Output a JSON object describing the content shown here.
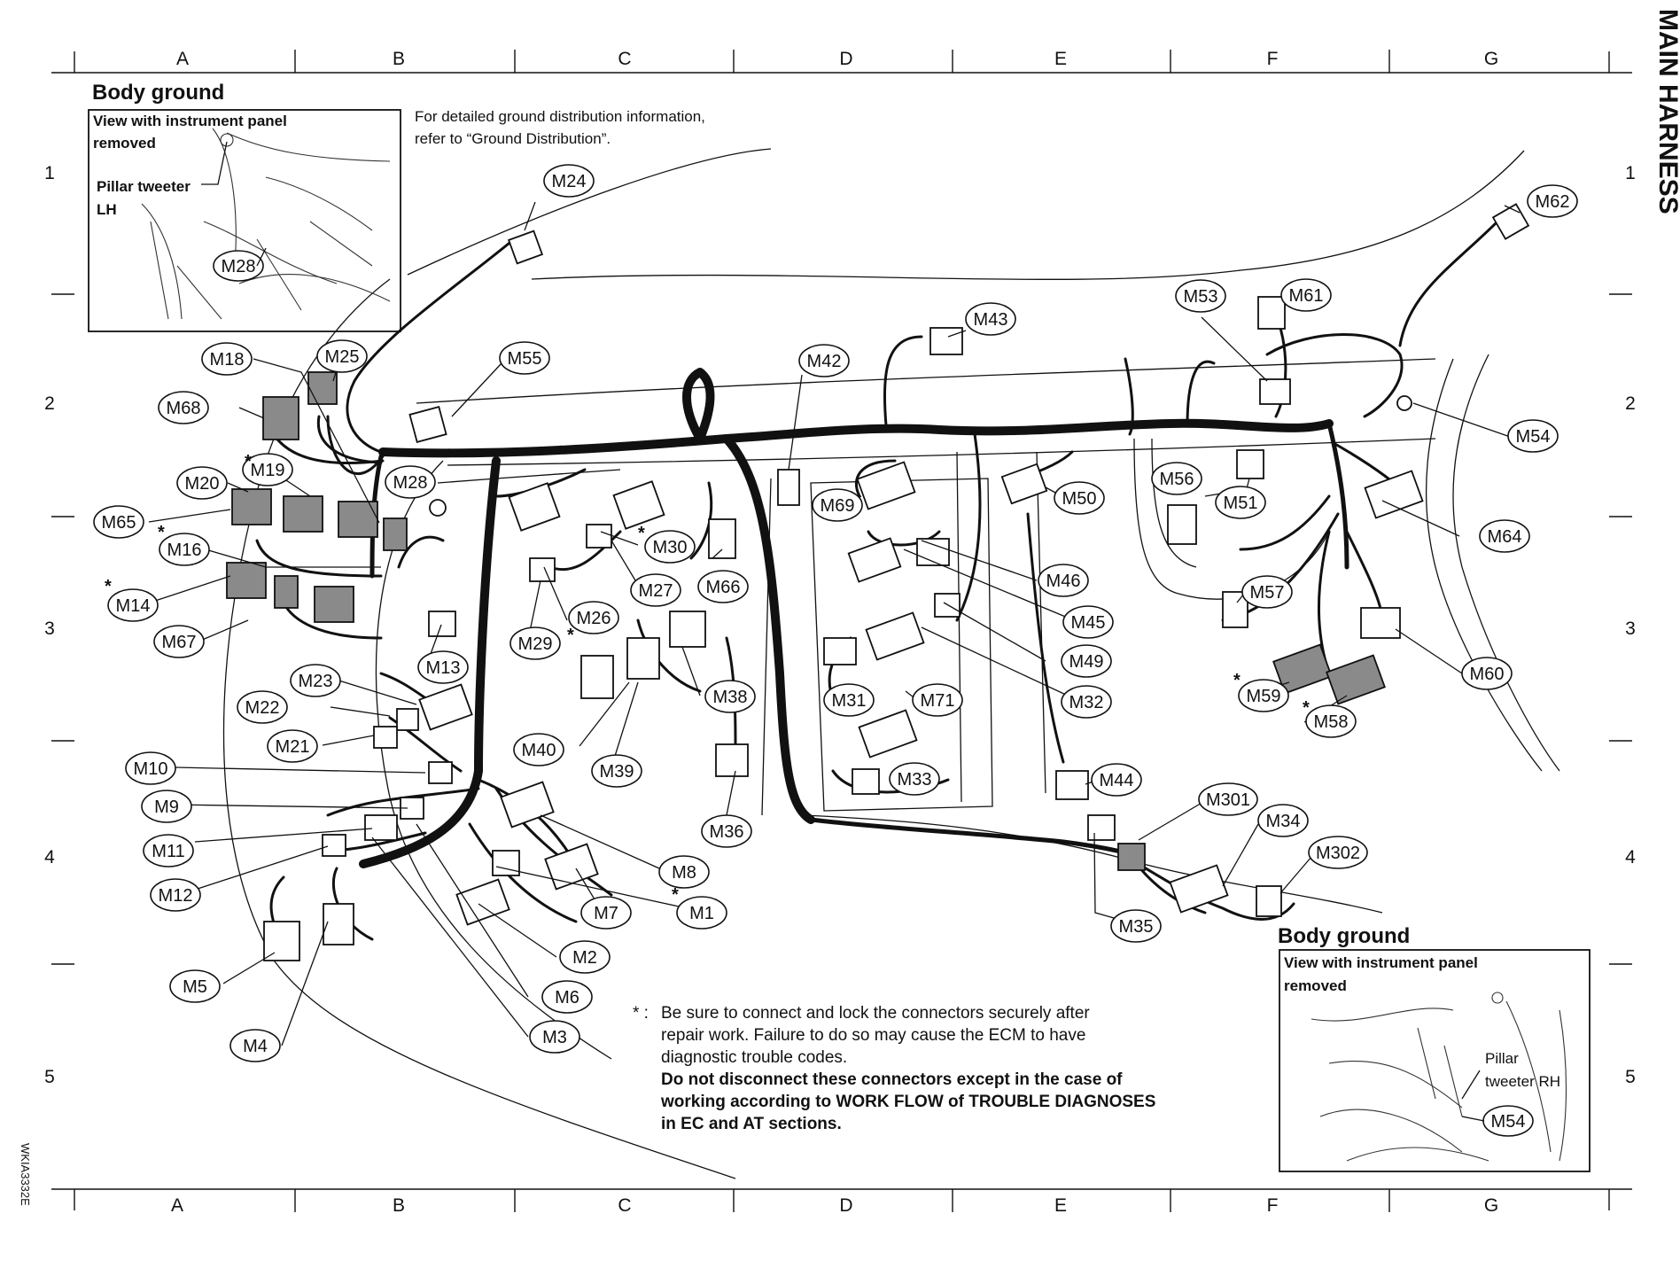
{
  "side_title": "MAIN HARNESS",
  "figure_code": "WKIA3332E",
  "columns": [
    "A",
    "B",
    "C",
    "D",
    "E",
    "F",
    "G"
  ],
  "rows": [
    "1",
    "2",
    "3",
    "4",
    "5"
  ],
  "body_ground_top": {
    "heading": "Body ground",
    "inset_line1": "View with instrument panel",
    "inset_line2": "removed",
    "pillar_line1": "Pillar tweeter",
    "pillar_line2": "LH",
    "connector": "M28"
  },
  "ground_note": {
    "line1": "For detailed ground distribution information,",
    "line2": "refer to “Ground Distribution”."
  },
  "body_ground_bottom": {
    "heading": "Body ground",
    "inset_line1": "View with instrument panel",
    "inset_line2": "removed",
    "pillar_line1": "Pillar",
    "pillar_line2": "tweeter RH",
    "connector": "M54"
  },
  "star_symbol": "*",
  "footnote": {
    "marker": "* :",
    "line1": "Be sure to connect and lock the connectors securely after",
    "line2": "repair work. Failure to do so may cause the ECM to have",
    "line3": "diagnostic trouble codes.",
    "bold1": "Do not disconnect these connectors except in the case of",
    "bold2": "working according to WORK FLOW of TROUBLE DIAGNOSES",
    "bold3": "in EC and AT sections."
  },
  "connectors": [
    "M24",
    "M18",
    "M25",
    "M68",
    "M55",
    "M28",
    "M20",
    "M19",
    "M65",
    "M16",
    "M14",
    "M67",
    "M13",
    "M23",
    "M22",
    "M21",
    "M10",
    "M9",
    "M11",
    "M12",
    "M5",
    "M4",
    "M29",
    "M26",
    "M30",
    "M27",
    "M66",
    "M38",
    "M40",
    "M39",
    "M36",
    "M8",
    "M7",
    "M1",
    "M2",
    "M6",
    "M3",
    "M42",
    "M43",
    "M69",
    "M46",
    "M45",
    "M49",
    "M31",
    "M71",
    "M32",
    "M33",
    "M50",
    "M44",
    "M35",
    "M301",
    "M34",
    "M302",
    "M53",
    "M61",
    "M62",
    "M56",
    "M51",
    "M54",
    "M64",
    "M57",
    "M60",
    "M59",
    "M58"
  ],
  "starred_connectors": [
    "M19",
    "M16",
    "M14",
    "M30",
    "M29",
    "M1",
    "M59",
    "M58"
  ]
}
